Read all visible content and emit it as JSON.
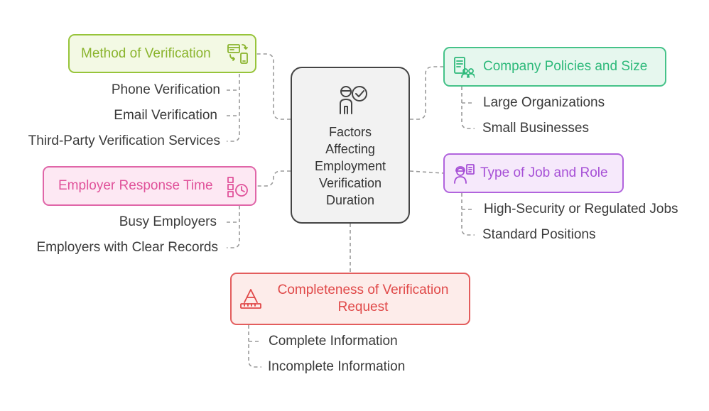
{
  "center": {
    "title": "Factors\nAffecting\nEmployment\nVerification\nDuration",
    "icon": "person-check-icon"
  },
  "branches": {
    "method": {
      "label": "Method of Verification",
      "icon": "devices-exchange-icon",
      "color": "#8ab42d",
      "items": [
        "Phone Verification",
        "Email Verification",
        "Third-Party Verification Services"
      ]
    },
    "company": {
      "label": "Company Policies and Size",
      "icon": "document-people-icon",
      "color": "#2db97a",
      "items": [
        "Large Organizations",
        "Small Businesses"
      ]
    },
    "response": {
      "label": "Employer Response Time",
      "icon": "schedule-clock-icon",
      "color": "#e0529a",
      "items": [
        "Busy Employers",
        "Employers with Clear Records"
      ]
    },
    "job": {
      "label": "Type of Job and Role",
      "icon": "worker-clipboard-icon",
      "color": "#a64fd6",
      "items": [
        "High-Security or Regulated Jobs",
        "Standard Positions"
      ]
    },
    "completeness": {
      "label": "Completeness of Verification\nRequest",
      "icon": "triangle-ruler-icon",
      "color": "#e04848",
      "items": [
        "Complete Information",
        "Incomplete Information"
      ]
    }
  }
}
